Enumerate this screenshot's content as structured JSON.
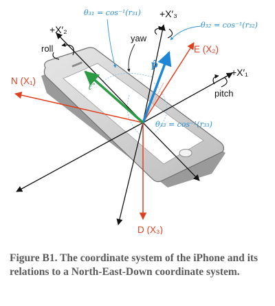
{
  "figure": {
    "theta31_label": "θ₃₁ = cos⁻¹(r₃₁)",
    "theta32_label": "θ₃₂ = cos⁻¹(r₃₂)",
    "theta33_label": "θ₃₃ = cos⁻¹(r₃₃)",
    "x1_label": "+X′₁",
    "x2_label": "+X′₂",
    "x3_label": "+X′₃",
    "roll_label": "roll",
    "yaw_label": "yaw",
    "pitch_label": "pitch",
    "north_label": "N (X₁)",
    "east_label": "E (X₂)",
    "down_label": "D (X₃)",
    "p_label": "p̂",
    "ell_label": "ℓ̂",
    "colors": {
      "ned_axes": "#e0401f",
      "p_vector": "#1f86d6",
      "ell_vector": "#2a9a43",
      "angle_labels": "#2a8fd6",
      "caption": "#5a5a5a"
    }
  },
  "caption": "Figure B1. The coordinate system of the iPhone and its relations to a North-East-Down coordinate system."
}
